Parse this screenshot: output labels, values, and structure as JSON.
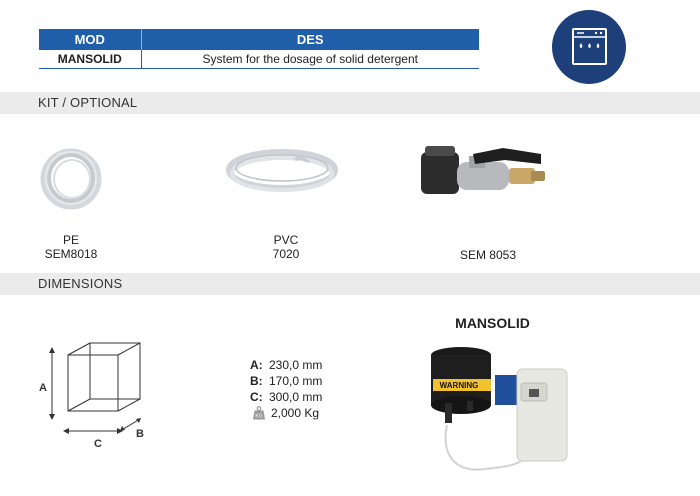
{
  "table": {
    "headers": [
      "MOD",
      "DES"
    ],
    "row": {
      "mod": "MANSOLID",
      "des": "System for the dosage of solid detergent"
    }
  },
  "badge": {
    "icon": "dishwasher-icon",
    "color": "#1d3f7a"
  },
  "sections": {
    "kit": "KIT / OPTIONAL",
    "dimensions": "DIMENSIONS"
  },
  "kit_items": [
    {
      "line1": "PE",
      "line2": "SEM8018",
      "icon": "pe-tube-coil"
    },
    {
      "line1": "PVC",
      "line2": "7020",
      "icon": "pvc-tube-coil"
    },
    {
      "line1": "",
      "line2": "SEM 8053",
      "icon": "ball-valve"
    }
  ],
  "dimensions": {
    "product_title": "MANSOLID",
    "box_labels": {
      "a": "A",
      "b": "B",
      "c": "C"
    },
    "rows": [
      {
        "key": "A:",
        "value": "230,0 mm"
      },
      {
        "key": "B:",
        "value": "170,0 mm"
      },
      {
        "key": "C:",
        "value": "300,0 mm"
      }
    ],
    "weight": {
      "icon_text": "KG",
      "value": "2,000 Kg"
    },
    "device_label": "WARNING"
  },
  "colors": {
    "primary": "#1f5ea8",
    "section_bar": "#ebebeb"
  }
}
